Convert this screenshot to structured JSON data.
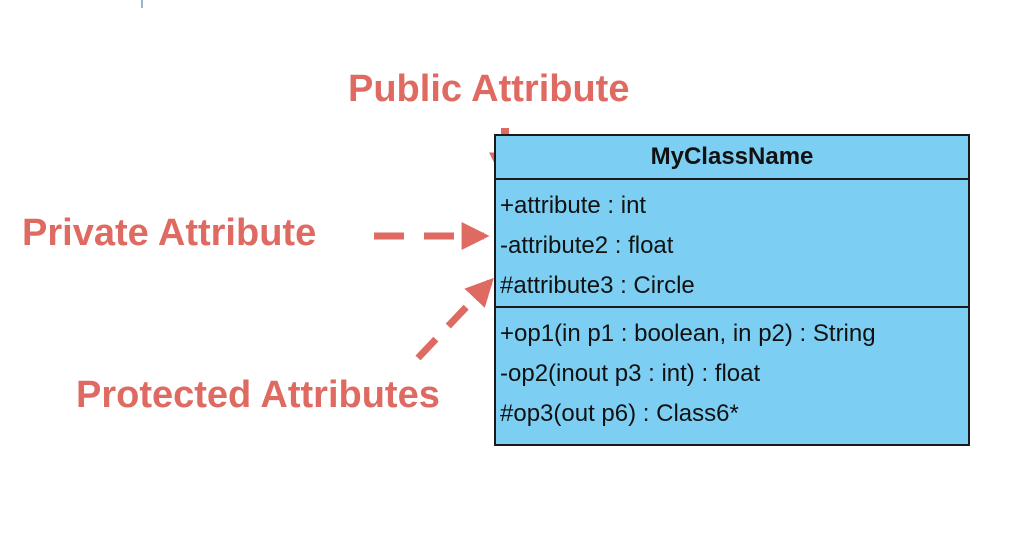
{
  "labels": {
    "public": "Public Attribute",
    "private": "Private Attribute",
    "protected": "Protected Attributes"
  },
  "uml_class": {
    "name": "MyClassName",
    "attributes": [
      "+attribute : int",
      "-attribute2 : float",
      "#attribute3 : Circle"
    ],
    "operations": [
      "+op1(in p1 : boolean, in p2) : String",
      "-op2(inout p3 : int) : float",
      "#op3(out p6) : Class6*"
    ]
  },
  "colors": {
    "annotation": "#df6a62",
    "class_fill": "#7ccff3",
    "class_border": "#1a1a1a"
  }
}
